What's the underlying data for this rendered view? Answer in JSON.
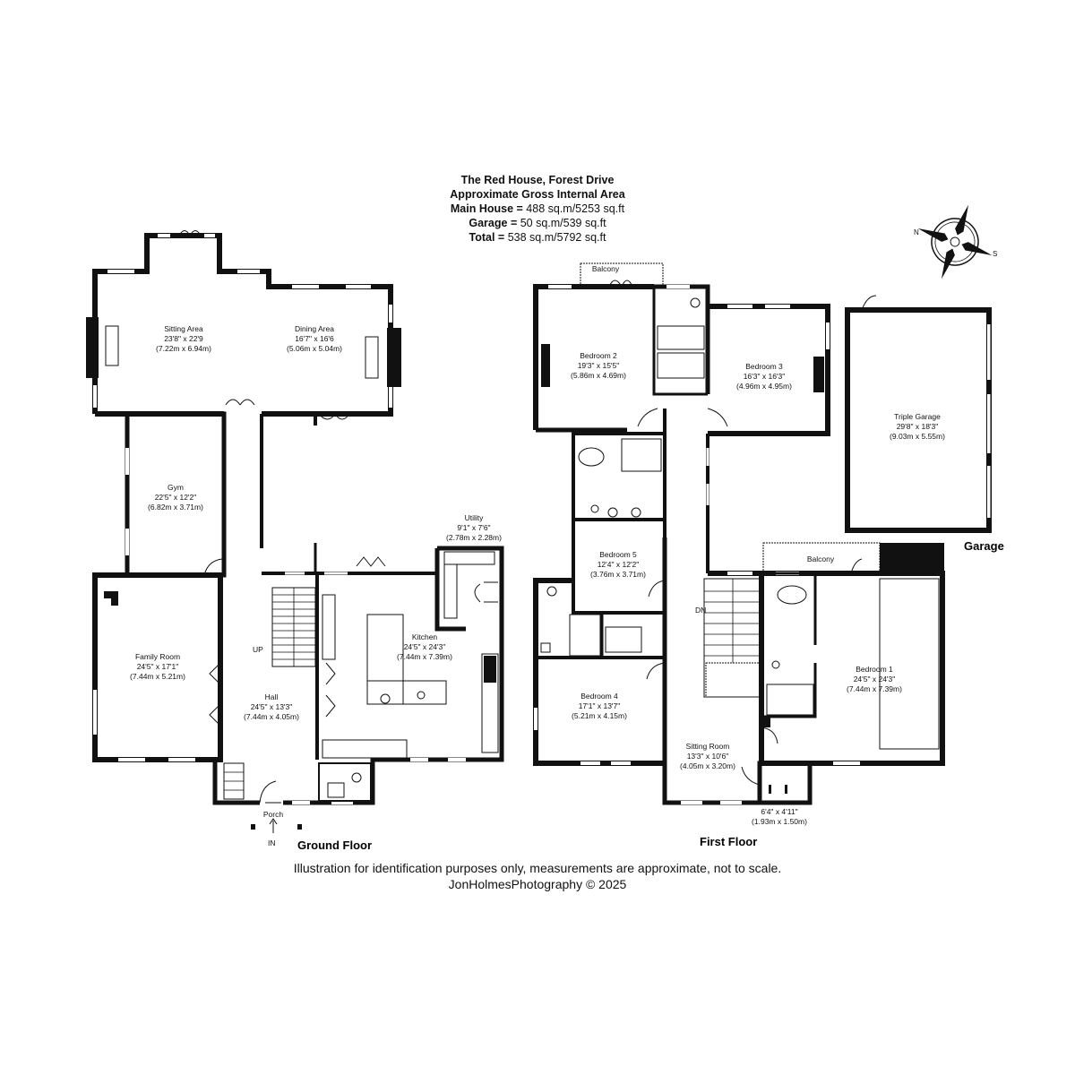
{
  "header": {
    "property": "The Red House, Forest Drive",
    "area_title": "Approximate Gross Internal Area",
    "main_house_label": "Main House",
    "main_house_value": "488 sq.m/5253 sq.ft",
    "garage_label": "Garage",
    "garage_value": "50 sq.m/539 sq.ft",
    "total_label": "Total",
    "total_value": "538 sq.m/5792 sq.ft"
  },
  "compass": {
    "n": "N",
    "s": "S"
  },
  "floors": {
    "ground": "Ground Floor",
    "first": "First Floor",
    "garage": "Garage"
  },
  "rooms": {
    "sitting_area": {
      "name": "Sitting Area",
      "imperial": "23'8\" x 22'9",
      "metric": "(7.22m x 6.94m)"
    },
    "dining_area": {
      "name": "Dining Area",
      "imperial": "16'7\" x 16'6",
      "metric": "(5.06m x 5.04m)"
    },
    "gym": {
      "name": "Gym",
      "imperial": "22'5\" x 12'2\"",
      "metric": "(6.82m x 3.71m)"
    },
    "utility": {
      "name": "Utility",
      "imperial": "9'1\" x 7'6\"",
      "metric": "(2.78m x 2.28m)"
    },
    "family_room": {
      "name": "Family Room",
      "imperial": "24'5\" x 17'1\"",
      "metric": "(7.44m x 5.21m)"
    },
    "kitchen": {
      "name": "Kitchen",
      "imperial": "24'5\" x 24'3\"",
      "metric": "(7.44m x 7.39m)"
    },
    "hall": {
      "name": "Hall",
      "imperial": "24'5\" x 13'3\"",
      "metric": "(7.44m x 4.05m)"
    },
    "porch": {
      "name": "Porch"
    },
    "bedroom2": {
      "name": "Bedroom 2",
      "imperial": "19'3\" x 15'5\"",
      "metric": "(5.86m x 4.69m)"
    },
    "bedroom3": {
      "name": "Bedroom 3",
      "imperial": "16'3\" x 16'3\"",
      "metric": "(4.96m x 4.95m)"
    },
    "bedroom5": {
      "name": "Bedroom 5",
      "imperial": "12'4\" x 12'2\"",
      "metric": "(3.76m x 3.71m)"
    },
    "bedroom4": {
      "name": "Bedroom 4",
      "imperial": "17'1\" x 13'7\"",
      "metric": "(5.21m x 4.15m)"
    },
    "bedroom1": {
      "name": "Bedroom 1",
      "imperial": "24'5\" x 24'3\"",
      "metric": "(7.44m x 7.39m)"
    },
    "sitting_room": {
      "name": "Sitting Room",
      "imperial": "13'3\" x 10'6\"",
      "metric": "(4.05m x 3.20m)"
    },
    "store": {
      "imperial": "6'4\" x 4'11\"",
      "metric": "(1.93m x 1.50m)"
    },
    "triple_garage": {
      "name": "Triple Garage",
      "imperial": "29'8\" x 18'3\"",
      "metric": "(9.03m x 5.55m)"
    }
  },
  "labels": {
    "balcony": "Balcony",
    "up": "UP",
    "dn": "DN",
    "in": "IN"
  },
  "footer": {
    "disclaimer": "Illustration for identification purposes only, measurements are approximate, not to scale.",
    "credit": "JonHolmesPhotography © 2025"
  }
}
